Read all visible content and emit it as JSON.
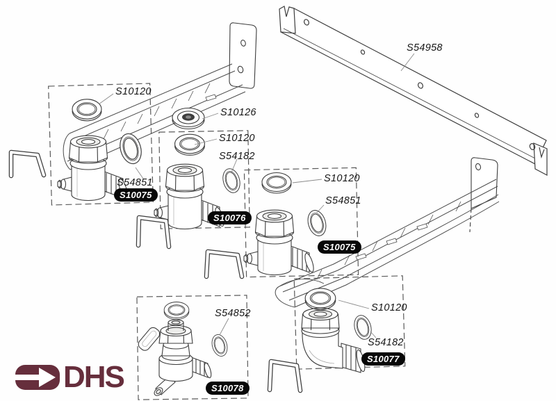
{
  "diagram": {
    "kind": "exploded-parts-diagram",
    "bracket_part": "S54958"
  },
  "callouts": [
    {
      "id": "bracket",
      "text": "S54958",
      "type": "label"
    },
    {
      "id": "g1-washer",
      "text": "S10120",
      "type": "label"
    },
    {
      "id": "filter-washer",
      "text": "S10126",
      "type": "label"
    },
    {
      "id": "g2-washer",
      "text": "S10120",
      "type": "label"
    },
    {
      "id": "g2-oring",
      "text": "S54182",
      "type": "label"
    },
    {
      "id": "g1-oring",
      "text": "S54851",
      "type": "label"
    },
    {
      "id": "g1-valve",
      "text": "S10075",
      "type": "badge"
    },
    {
      "id": "g2-valve",
      "text": "S10076",
      "type": "badge"
    },
    {
      "id": "g3-washer",
      "text": "S10120",
      "type": "label"
    },
    {
      "id": "g3-oring",
      "text": "S54851",
      "type": "label"
    },
    {
      "id": "g3-valve",
      "text": "S10075",
      "type": "badge"
    },
    {
      "id": "g4-washer",
      "text": "S10120",
      "type": "label"
    },
    {
      "id": "g4-oring",
      "text": "S54182",
      "type": "label"
    },
    {
      "id": "g4-valve",
      "text": "S10077",
      "type": "badge"
    },
    {
      "id": "g5-oring",
      "text": "S54852",
      "type": "label"
    },
    {
      "id": "g5-valve",
      "text": "S10078",
      "type": "badge"
    }
  ],
  "logo": {
    "brand": "DHS",
    "color": "#662e3c"
  },
  "colors": {
    "line": "#3c3c3c",
    "leader": "#8a8a8a",
    "badge_bg": "#070707",
    "badge_text": "#ffffff",
    "background": "#fefefe"
  }
}
